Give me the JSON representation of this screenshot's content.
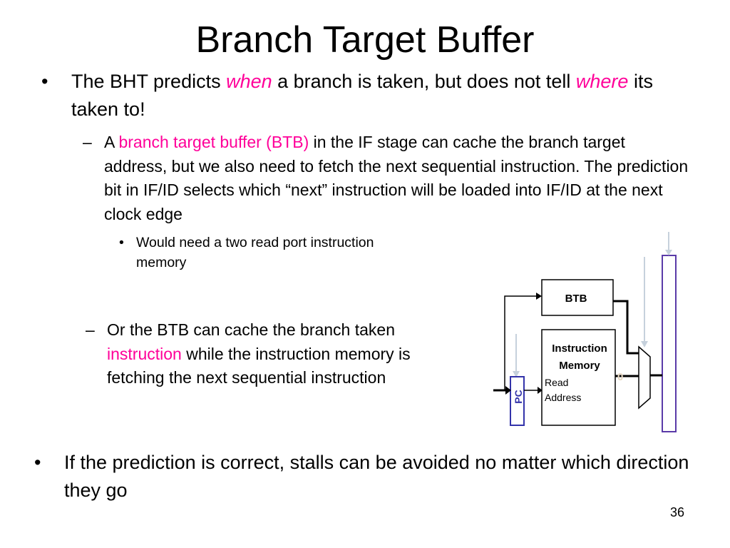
{
  "slide": {
    "title": "Branch Target Buffer",
    "bullet1": {
      "mark": "•",
      "p1": "The BHT predicts ",
      "em1": "when",
      "p2": " a branch is taken, but does not tell ",
      "em2": "where",
      "p3": " its taken to!"
    },
    "sub1": {
      "mark": "–",
      "p1": "A ",
      "highlight": "branch target buffer (BTB)",
      "p2": " in the IF stage can cache the branch target address, but we also need to fetch the next sequential instruction.  The prediction bit in IF/ID selects which “next” instruction will be loaded into IF/ID at the next clock edge"
    },
    "subsub1": {
      "mark": "•",
      "text": "Would need a two read port instruction memory"
    },
    "sub2": {
      "mark": "–",
      "p1": "Or the BTB can cache the branch taken ",
      "highlight": "instruction",
      "p2": " while the instruction memory is fetching the next sequential instruction"
    },
    "bullet2": {
      "mark": "•",
      "text": "If the prediction is correct, stalls can be avoided no matter which direction they go"
    },
    "page_number": "36"
  },
  "diagram": {
    "btb_label": "BTB",
    "imem_label_line1": "Instruction",
    "imem_label_line2": "Memory",
    "read_label_line1": "Read",
    "read_label_line2": "Address",
    "pc_label": "PC",
    "mux_input_label": "0"
  },
  "colors": {
    "accent": "#ff0099",
    "pc_blue": "#3333aa",
    "register_purple": "#5a3aa8",
    "wire_light": "#c6d1dc"
  }
}
